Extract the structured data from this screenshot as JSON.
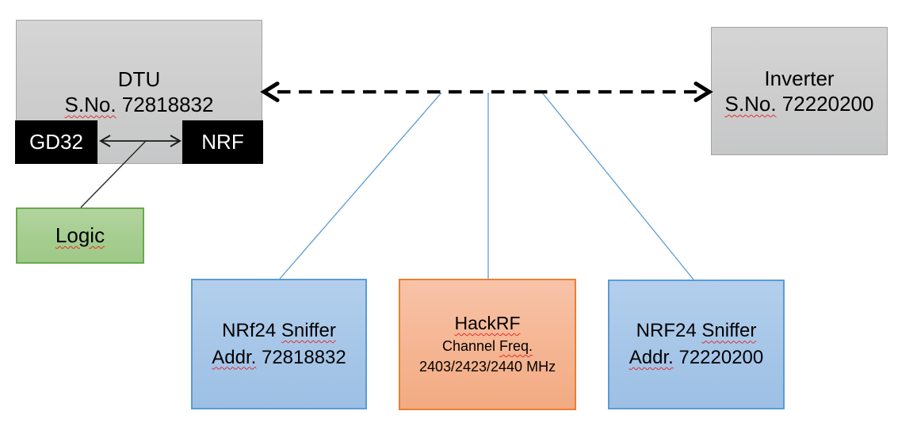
{
  "diagram": {
    "dtu": {
      "title": "DTU",
      "sno_label": "S.No.",
      "serial": "72818832",
      "chips": {
        "gd32": "GD32",
        "nrf": "NRF"
      }
    },
    "logic": {
      "label": "Logic"
    },
    "inverter": {
      "title": "Inverter",
      "sno_label": "S.No.",
      "serial": "72220200"
    },
    "sniffer_left": {
      "model": "NRf24",
      "role": "Sniffer",
      "addr_label": "Addr.",
      "address": "72818832"
    },
    "hackrf": {
      "title": "HackRF",
      "channel_word": "Channel",
      "freq_word": "Freq.",
      "frequencies": "2403/2423/2440 MHz"
    },
    "sniffer_right": {
      "model": "NRF24",
      "role": "Sniffer",
      "addr_label": "Addr.",
      "address": "72220200"
    },
    "colors": {
      "box_gray": "#cdcdcd",
      "box_black": "#000000",
      "box_green": "#a6cd90",
      "green_border": "#6ba84e",
      "box_blue": "#a6c6e8",
      "blue_border": "#5b9bd5",
      "box_orange": "#f5b592",
      "orange_border": "#ed7d31",
      "connector_blue": "#5b9bd5",
      "arrow_black": "#000000",
      "spellcheck_red": "#e0302d"
    }
  }
}
